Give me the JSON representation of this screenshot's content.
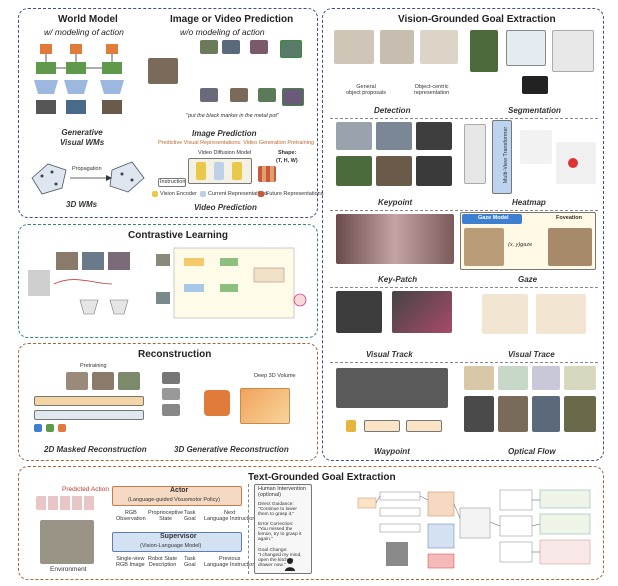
{
  "world_model": {
    "title": "World Model",
    "subtitle": "w/ modeling of action",
    "caption_generative": "Generative\nVisual WMs",
    "caption_3d": "3D WMs",
    "propagation_label": "Propagation"
  },
  "image_video": {
    "title": "Image or Video Prediction",
    "subtitle": "w/o modeling of action",
    "caption_image": "Image Prediction",
    "caption_video": "Video Prediction",
    "prompt_text": "\"put the black marker in the metal pot\"",
    "video_header": "Predictive Visual Representations: Video Generation Pretraining",
    "video_model_label": "Video Diffusion Model",
    "shape_label": "Shape:",
    "shape_value": "(T, H, W)",
    "instruction_label": "Instruction",
    "legend": [
      "Vision Encoder",
      "Current Representations",
      "Future Representations"
    ]
  },
  "contrastive": {
    "title": "Contrastive Learning"
  },
  "reconstruction": {
    "title": "Reconstruction",
    "caption_2d": "2D Masked Reconstruction",
    "caption_3d": "3D Generative Reconstruction",
    "pretraining_label": "Pretraining",
    "voxel_label": "Deep 3D Volume"
  },
  "vision_goal": {
    "title": "Vision-Grounded Goal Extraction",
    "detection": {
      "caption": "Detection",
      "left_label": "General\nobject proposals",
      "right_label": "Object-centric\nrepresentation"
    },
    "segmentation": {
      "caption": "Segmentation"
    },
    "keypoint": {
      "caption": "Keypoint"
    },
    "heatmap": {
      "caption": "Heatmap",
      "transformer_label": "Multi-View Transformer"
    },
    "keypatch": {
      "caption": "Key-Patch"
    },
    "gaze": {
      "caption": "Gaze",
      "model_label": "Gaze Model",
      "foveation_label": "Foveation",
      "coord_label": "(x, y)gaze"
    },
    "visual_track": {
      "caption": "Visual Track"
    },
    "visual_trace": {
      "caption": "Visual Trace"
    },
    "waypoint": {
      "caption": "Waypoint"
    },
    "optical_flow": {
      "caption": "Optical Flow"
    }
  },
  "text_goal": {
    "title": "Text-Grounded Goal Extraction",
    "predicted_action": "Predicted Action",
    "environment": "Environment",
    "actor_title": "Actor",
    "actor_sub": "(Language-guided Visuomotor Policy)",
    "supervisor_title": "Supervisor",
    "supervisor_sub": "(Vision-Language Model)",
    "actor_inputs": [
      "RGB\nObservation",
      "Proprioceptive\nState",
      "Task\nGoal",
      "Next\nLanguage Instruction"
    ],
    "supervisor_inputs": [
      "Single-view\nRGB Image",
      "Robot State\nDescription",
      "Task\nGoal",
      "Previous\nLanguage Instruction"
    ],
    "human_title": "Human Intervention\n(optional)",
    "human_items": [
      "Direct Guidance:\n\"Continue to lower\nthem to grasp it.\"",
      "Error Correction:\n\"You missed the\nlemon, try to grasp it\nagain.\"",
      "Goal Change:\n\"I changed my mind,\nopen the kitchen\ndrawer now.\""
    ]
  },
  "colors": {
    "navy": "#3b4f8f",
    "teal": "#2e8a6e",
    "brown": "#a8643a",
    "green_block": "#5f9a4c",
    "orange_block": "#e07b39",
    "blue_block": "#3f7fd1"
  }
}
